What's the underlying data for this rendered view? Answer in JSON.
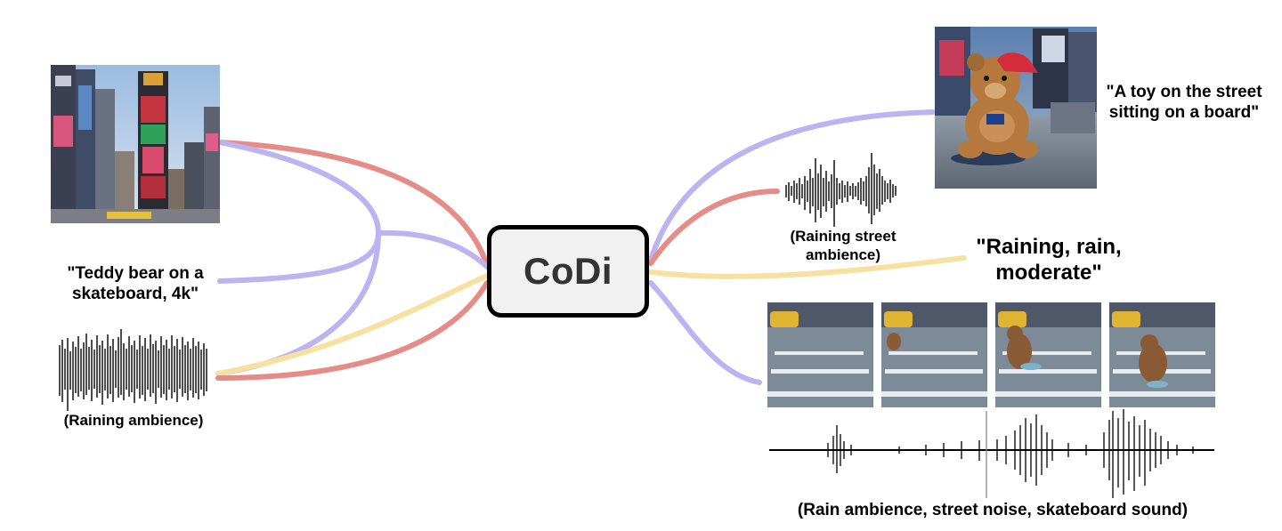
{
  "center": {
    "label": "CoDi"
  },
  "inputs": {
    "text_prompt": "\"Teddy bear on a skateboard, 4k\"",
    "audio_caption": "(Raining ambience)",
    "image_icon": "times-square-photo"
  },
  "outputs": {
    "image_caption": "\"A toy on the street sitting on a board\"",
    "audio_caption": "(Raining street ambience)",
    "text_output": "\"Raining, rain, moderate\"",
    "video_audio_caption": "(Rain ambience, street noise, skateboard sound)",
    "image_icon": "teddy-bear-photo",
    "video_icon": "video-frames"
  },
  "colors": {
    "image_line": "#e58c86",
    "text_line": "#bcb3f0",
    "audio_line": "#f7e0a0",
    "box_fill": "#f1f1f1",
    "box_border": "#000000"
  }
}
